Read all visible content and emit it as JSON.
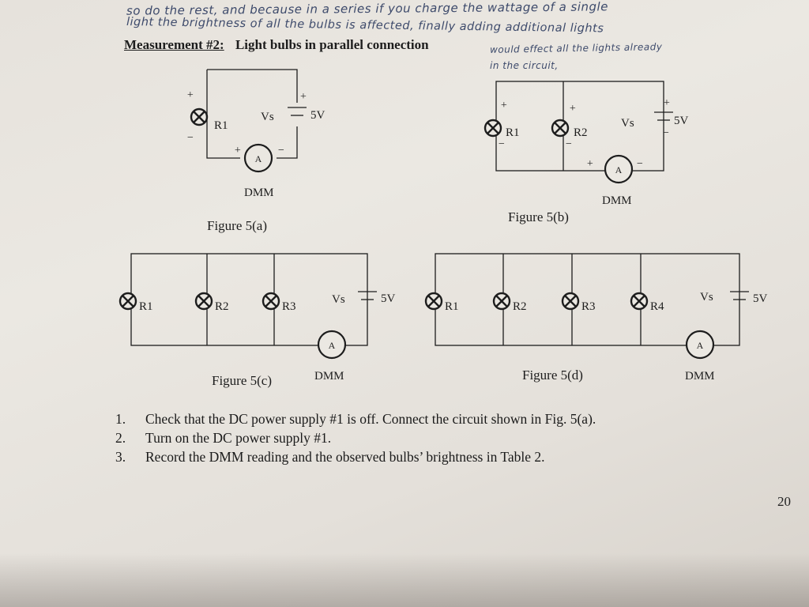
{
  "handwriting": {
    "line1": "so do the rest, and because in a series if you charge the wattage of a single",
    "line2": "light the brightness of all the bulbs is affected, finally adding additional lights",
    "line3": "would effect all the lights already",
    "line4": "in the circuit,"
  },
  "heading": {
    "label": "Measurement #2:",
    "text": "Light bulbs in parallel connection"
  },
  "figures": [
    {
      "caption": "Figure 5(a)",
      "meter": "DMM",
      "resistors": [
        "R1"
      ]
    },
    {
      "caption": "Figure 5(b)",
      "meter": "DMM",
      "resistors": [
        "R1",
        "R2"
      ]
    },
    {
      "caption": "Figure 5(c)",
      "meter": "DMM",
      "resistors": [
        "R1",
        "R2",
        "R3"
      ]
    },
    {
      "caption": "Figure 5(d)",
      "meter": "DMM",
      "resistors": [
        "R1",
        "R2",
        "R3",
        "R4"
      ]
    }
  ],
  "source": {
    "label": "Vs",
    "value": "5V"
  },
  "ammeter_label": "A",
  "steps": [
    {
      "num": "1.",
      "text": "Check that the DC power supply #1 is off. Connect the circuit shown in Fig. 5(a)."
    },
    {
      "num": "2.",
      "text": "Turn on the DC power supply #1."
    },
    {
      "num": "3.",
      "text": "Record the DMM reading and the observed bulbs’ brightness in Table 2."
    }
  ],
  "page_number": "20",
  "colors": {
    "ink": "#1d1d1d",
    "pen": "#3d4a6b",
    "paper": "#e8e5df"
  }
}
